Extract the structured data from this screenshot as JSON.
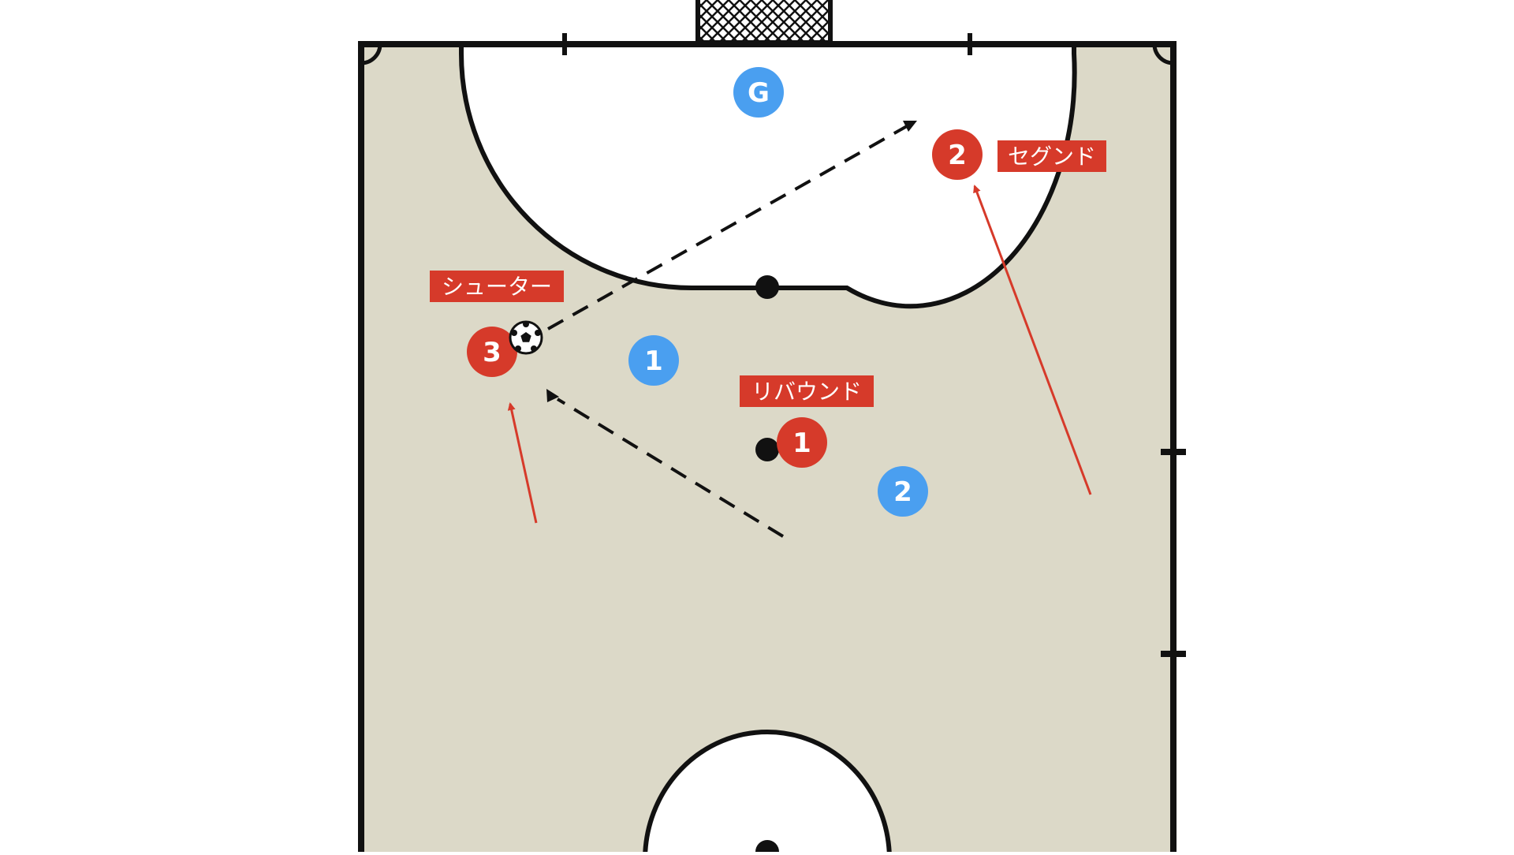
{
  "colors": {
    "court": "#dcd9c8",
    "area": "#ffffff",
    "line": "#111111",
    "team_red": "#d63a2a",
    "team_blue": "#4a9ff0",
    "label_bg": "#d63a2a",
    "label_text": "#ffffff",
    "pass_line": "#111111",
    "run_arrow": "#d63a2a"
  },
  "players": {
    "goalkeeper": "G",
    "blue_1": "1",
    "blue_2": "2",
    "red_1": "1",
    "red_2": "2",
    "red_3": "3"
  },
  "labels": {
    "shooter": "シューター",
    "rebound": "リバウンド",
    "second": "セグンド"
  },
  "icons": {
    "ball": "soccer-ball-icon",
    "goal": "goal-net-icon"
  }
}
